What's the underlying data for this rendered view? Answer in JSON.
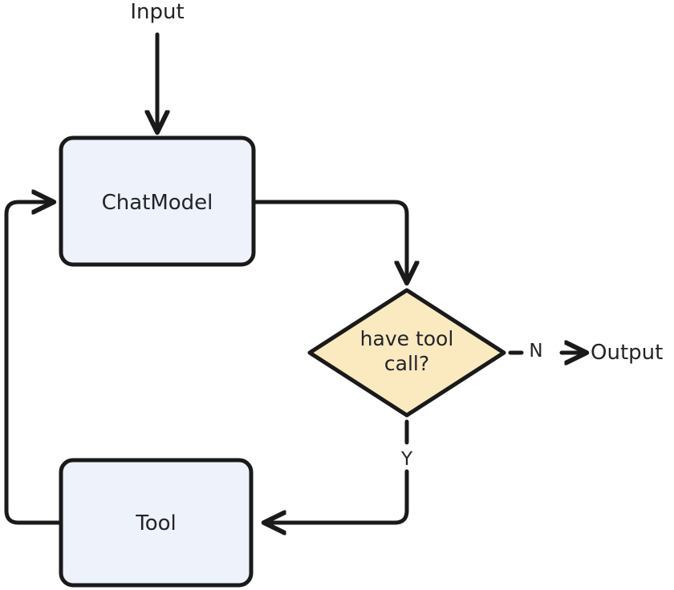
{
  "diagram": {
    "title": "Agent loop flowchart",
    "type": "flowchart",
    "background_color": "#ffffff",
    "stroke_color": "#1a1a1a",
    "text_color": "#232329",
    "nodes": [
      {
        "id": "input",
        "label": "Input",
        "shape": "text",
        "fill": "none"
      },
      {
        "id": "chatmodel",
        "label": "ChatModel",
        "shape": "rounded-rect",
        "fill": "#eef2fb"
      },
      {
        "id": "decision",
        "label": "have tool call?",
        "label_line1": "have tool",
        "label_line2": "call?",
        "shape": "diamond",
        "fill": "#fbe9c0"
      },
      {
        "id": "tool",
        "label": "Tool",
        "shape": "rounded-rect",
        "fill": "#eef2fb"
      },
      {
        "id": "output",
        "label": "Output",
        "shape": "text",
        "fill": "none"
      }
    ],
    "edges": [
      {
        "id": "input-to-chatmodel",
        "from": "input",
        "to": "chatmodel",
        "label": ""
      },
      {
        "id": "chatmodel-to-decision",
        "from": "chatmodel",
        "to": "decision",
        "label": ""
      },
      {
        "id": "decision-to-output",
        "from": "decision",
        "to": "output",
        "label": "N"
      },
      {
        "id": "decision-to-tool",
        "from": "decision",
        "to": "tool",
        "label": "Y"
      },
      {
        "id": "tool-to-chatmodel",
        "from": "tool",
        "to": "chatmodel",
        "label": ""
      }
    ]
  }
}
